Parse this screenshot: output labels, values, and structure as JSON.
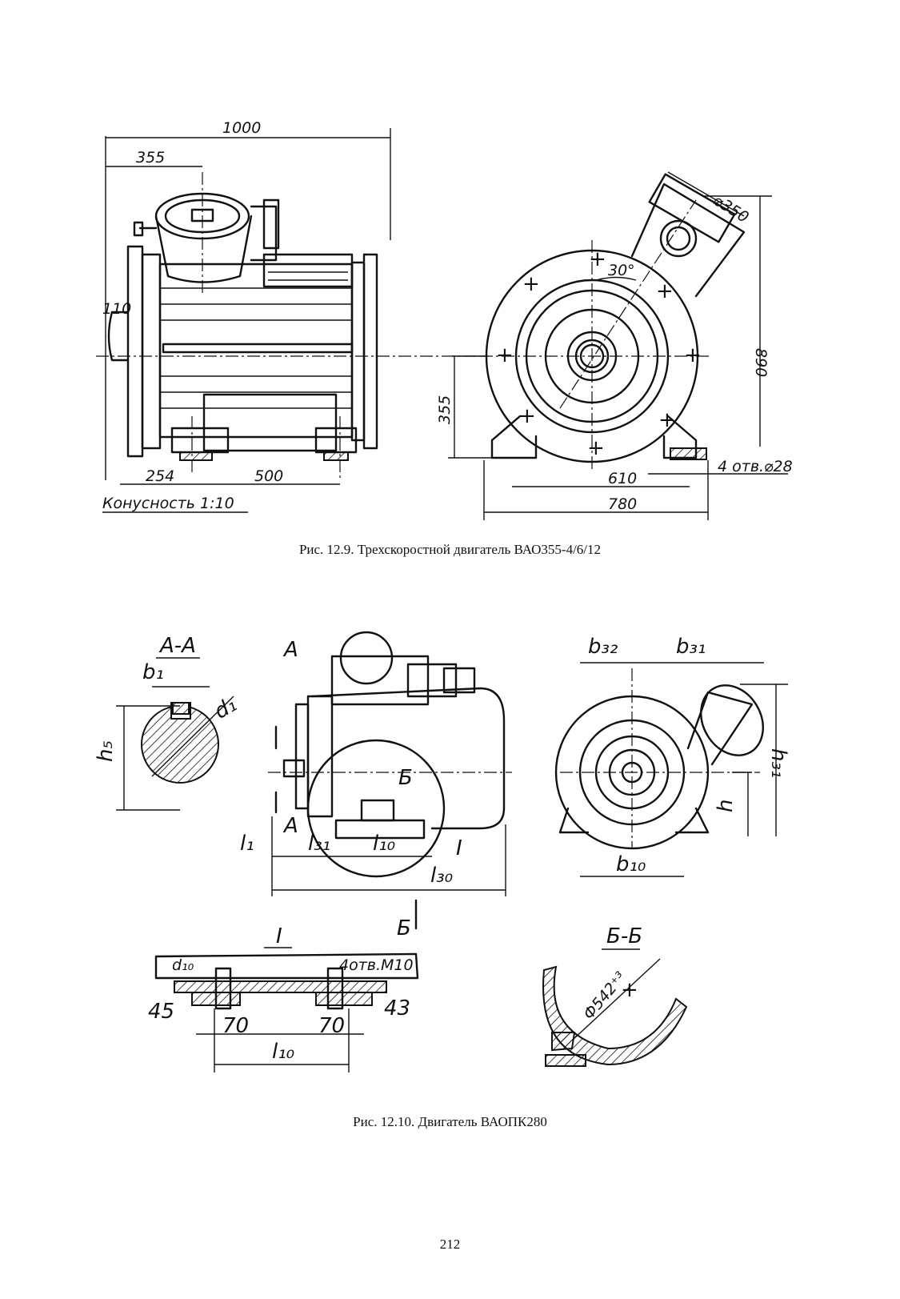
{
  "figure1": {
    "caption": "Рис. 12.9. Трехскоростной двигатель ВАО355-4/6/12",
    "dimensions": {
      "overall_length": "1000",
      "end_to_box": "355",
      "shaft_dia": "110",
      "foot_offset": "254",
      "foot_spacing": "500",
      "taper": "Конусность 1:10",
      "flange_dia": "⌀350",
      "angle": "30°",
      "height_total": "890",
      "shaft_height": "355",
      "holes": "4 отв.⌀28",
      "foot_width": "610",
      "base_width": "780"
    }
  },
  "figure2": {
    "caption": "Рис. 12.10. Двигатель ВАОПК280",
    "labels": {
      "section_aa": "A-A",
      "b1": "b₁",
      "d1": "d₁",
      "h5": "h₅",
      "a": "A",
      "b_mark": "Б",
      "l1": "l₁",
      "l31": "l₃₁",
      "l10": "l₁₀",
      "l30": "l₃₀",
      "detail": "I",
      "b32": "b₃₂",
      "b31": "b₃₁",
      "h31": "h₃₁",
      "h": "h",
      "b10": "b₁₀",
      "d10": "d₁₀",
      "holes_m10": "4отв.М10",
      "dim45": "45",
      "dim43": "43",
      "dim70a": "70",
      "dim70b": "70",
      "section_bb": "Б-Б",
      "dia542": "Ф542⁺³"
    }
  },
  "page_number": "212"
}
